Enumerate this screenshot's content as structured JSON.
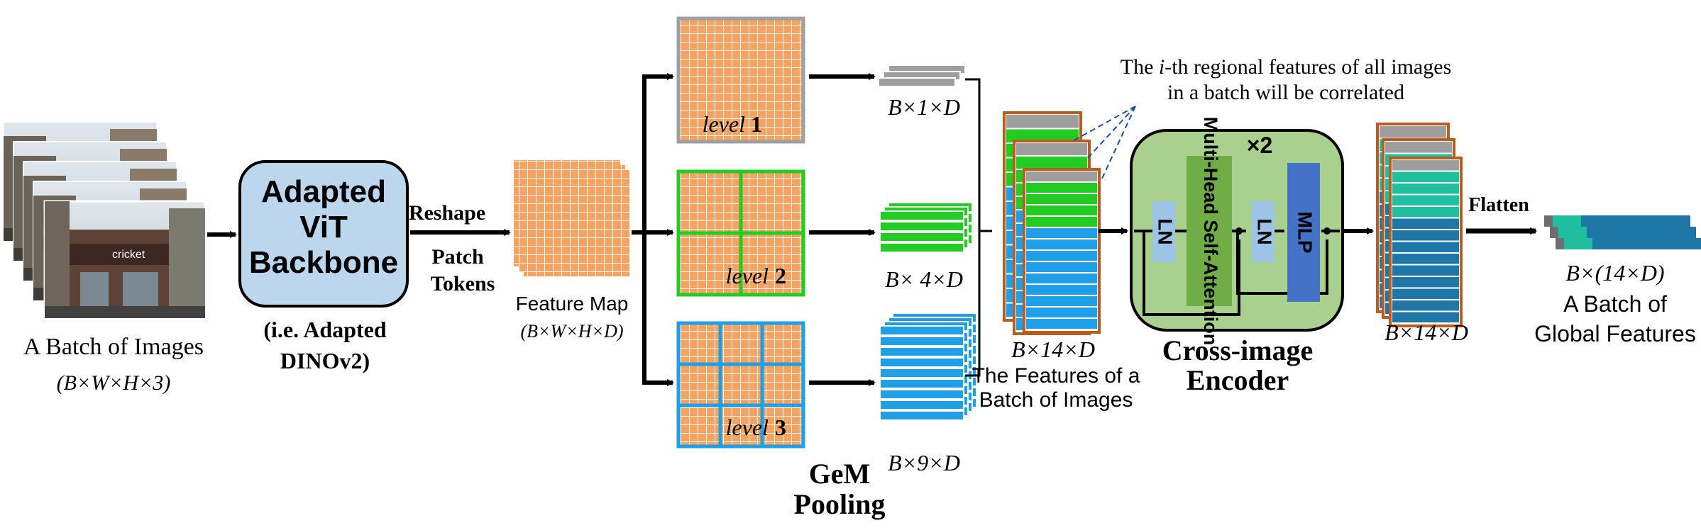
{
  "colors": {
    "orange": "#f4a460",
    "green": "#22cc22",
    "blue": "#1e9fe8",
    "teal": "#1fbfa0",
    "darkblue": "#1f77a8",
    "backbone_fill": "#bcd6ee",
    "encoder_fill": "#a9d08e",
    "mha_fill": "#70ad47",
    "ln_fill": "#9dc3e6",
    "mlp_fill": "#4472c4",
    "brown_border": "#b85c1f",
    "gray_bar": "#9e9e9e"
  },
  "input": {
    "label": "A Batch of Images",
    "dims": "(B×W×H×3)",
    "image_sign": "cricket"
  },
  "backbone": {
    "line1": "Adapted",
    "line2": "ViT",
    "line3": "Backbone",
    "note1": "(i.e. Adapted",
    "note2": "DINOv2)"
  },
  "reshape": {
    "label1": "Reshape",
    "label2": "Patch",
    "label3": "Tokens"
  },
  "feature_map": {
    "label": "Feature Map",
    "dims": "(B×W×H×D)"
  },
  "levels": [
    {
      "word": "level",
      "num": "1",
      "out": "B×1×D"
    },
    {
      "word": "level",
      "num": "2",
      "out": "B× 4×D"
    },
    {
      "word": "level",
      "num": "3",
      "out": "B×9×D"
    }
  ],
  "gem": {
    "line1": "GeM",
    "line2": "Pooling"
  },
  "annotation": {
    "line1_pre": "The ",
    "line1_it": "i",
    "line1_post": "-th regional features of all images",
    "line2": "in a batch will be correlated"
  },
  "batch_features": {
    "dims": "B×14×D",
    "label1": "The Features of a",
    "label2": "Batch of Images"
  },
  "encoder": {
    "repeat": "×2",
    "ln1": "LN",
    "mha": "Multi-Head Self-Attention",
    "ln2": "LN",
    "mlp": "MLP",
    "title1": "Cross-image",
    "title2": "Encoder"
  },
  "output": {
    "dims": "B×14×D",
    "flatten": "Flatten",
    "global_dims": "B×(14×D)",
    "global_label1": "A Batch of",
    "global_label2": "Global Features"
  }
}
